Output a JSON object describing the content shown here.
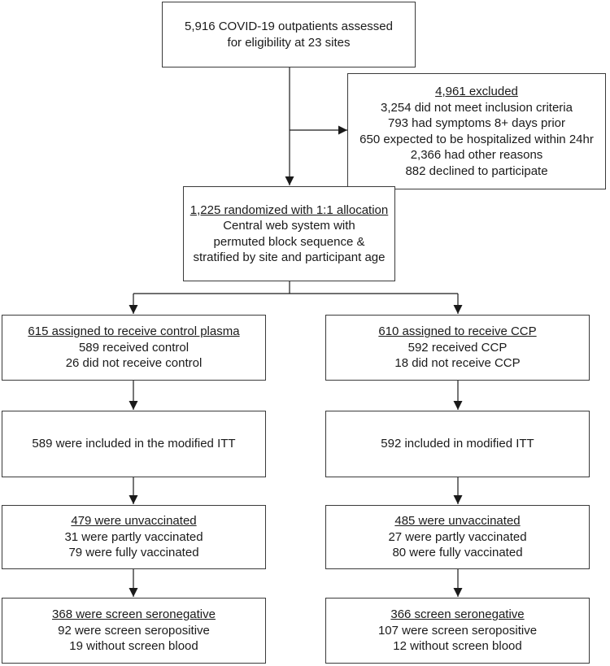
{
  "assessed": {
    "lines": [
      "5,916 COVID-19 outpatients assessed",
      "for eligibility at 23 sites"
    ]
  },
  "excluded": {
    "heading": "4,961 excluded",
    "lines": [
      "3,254 did not meet inclusion criteria",
      "793 had symptoms 8+ days prior",
      "650 expected to be hospitalized within 24hr",
      "2,366 had other reasons",
      "882 declined to participate"
    ]
  },
  "randomized": {
    "heading": "1,225 randomized with 1:1 allocation",
    "lines": [
      "Central web system with",
      "permuted block sequence &",
      "stratified by site and participant age"
    ]
  },
  "control": {
    "assigned": {
      "heading": "615 assigned to receive control plasma",
      "lines": [
        "589 received control",
        "26 did not receive control"
      ]
    },
    "itt": {
      "lines": [
        "589 were included in the modified ITT"
      ]
    },
    "vaccination": {
      "heading": "479 were unvaccinated",
      "lines": [
        "31 were partly vaccinated",
        "79 were fully vaccinated"
      ]
    },
    "serostatus": {
      "heading": "368 were screen seronegative",
      "lines": [
        "92 were screen seropositive",
        "19 without screen blood"
      ]
    }
  },
  "ccp": {
    "assigned": {
      "heading": "610 assigned to receive CCP",
      "lines": [
        "592 received CCP",
        "18 did not receive CCP"
      ]
    },
    "itt": {
      "lines": [
        "592 included in modified ITT"
      ]
    },
    "vaccination": {
      "heading": "485 were unvaccinated",
      "lines": [
        "27 were partly vaccinated",
        "80 were fully vaccinated"
      ]
    },
    "serostatus": {
      "heading": "366 screen seronegative",
      "lines": [
        "107 were screen seropositive",
        "12 without screen blood"
      ]
    }
  }
}
